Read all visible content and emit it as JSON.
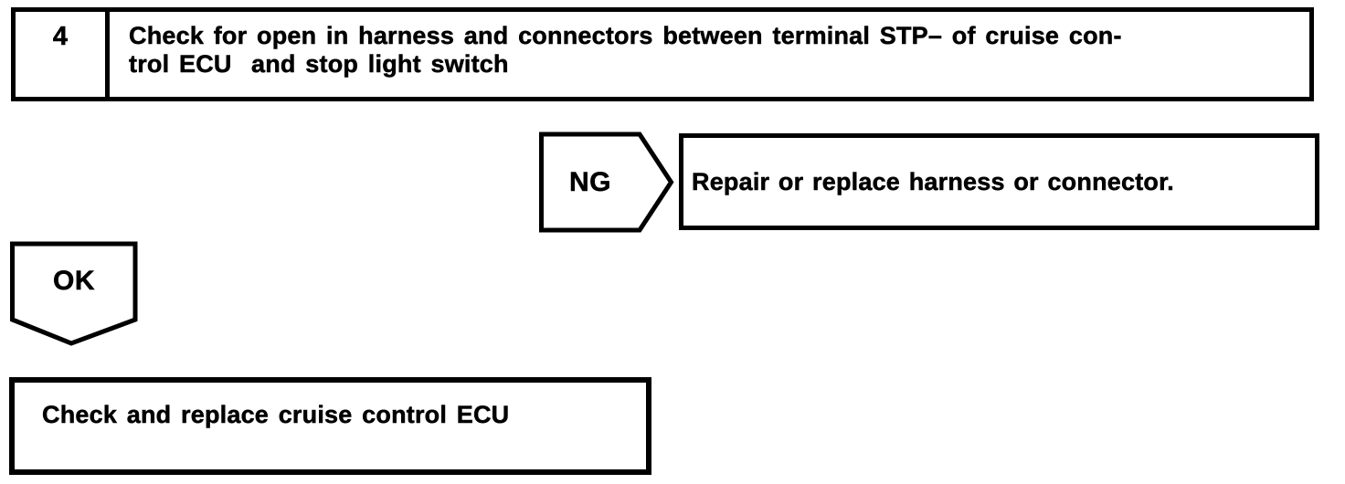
{
  "document": {
    "background_color": "#ffffff",
    "ink_color": "#000000",
    "kind": "diagnostic flowchart step"
  },
  "step_box": {
    "number": "4",
    "instruction": "Check for open in harness and connectors between terminal STP– of cruise con-\ntrol ECU  and stop light switch"
  },
  "ng_branch": {
    "label": "NG",
    "action": "Repair or replace harness or connector."
  },
  "ok_branch": {
    "label": "OK",
    "action": "Check and replace cruise control ECU"
  }
}
